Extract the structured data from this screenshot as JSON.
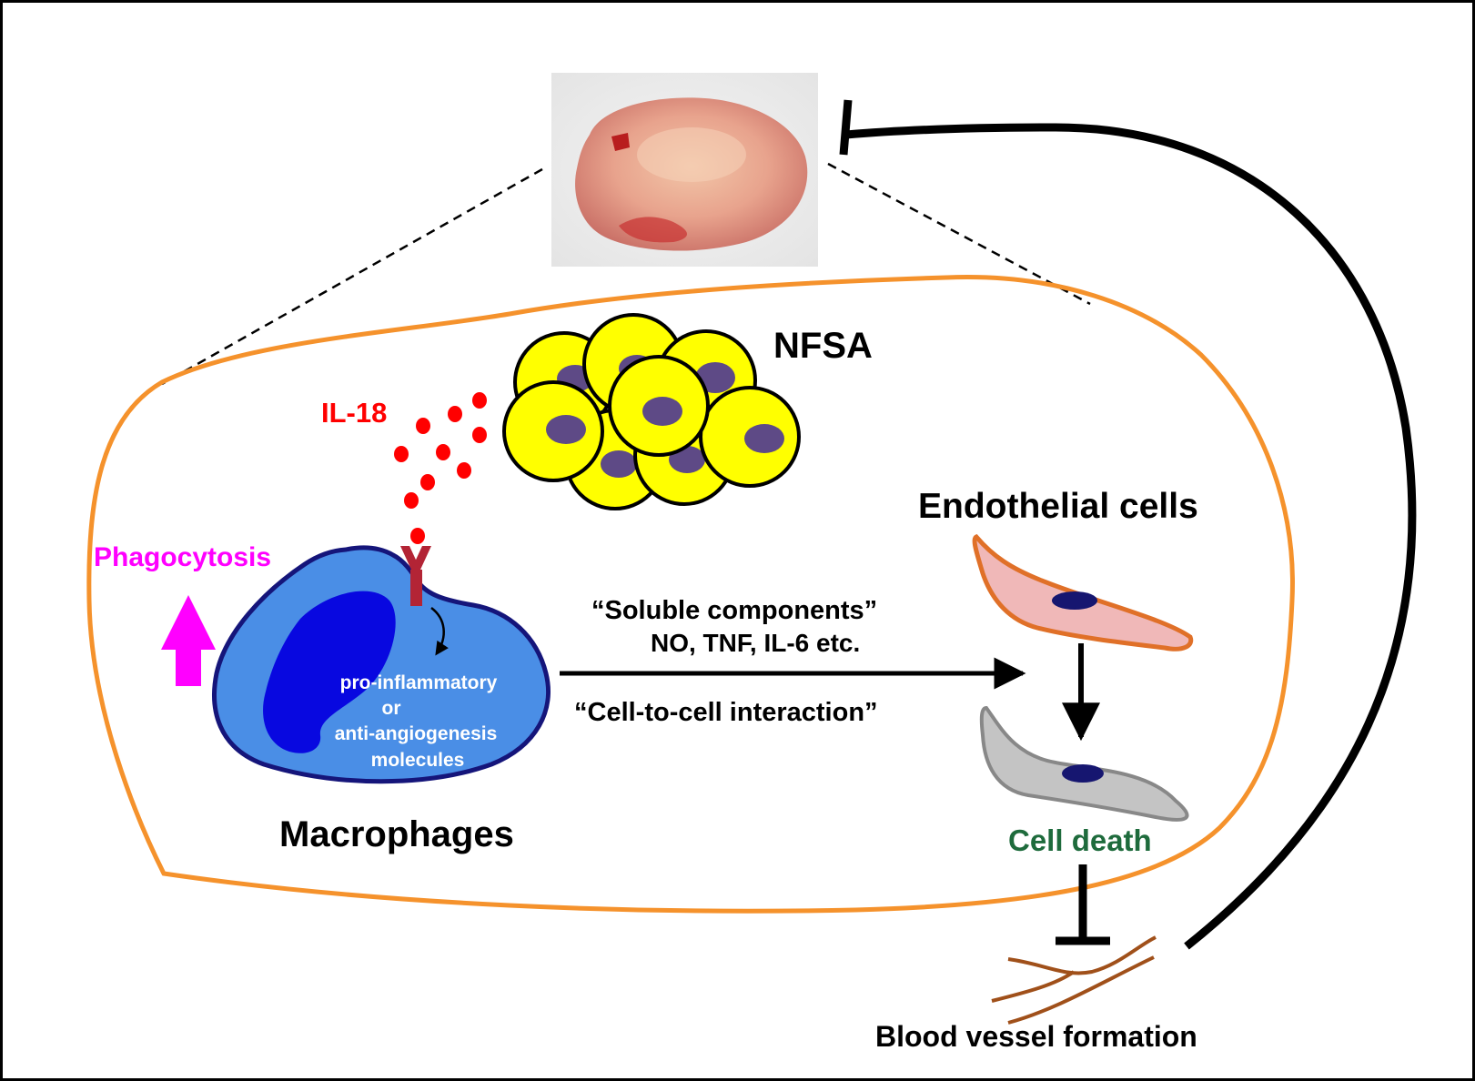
{
  "labels": {
    "tumor_cells": "NFSA",
    "cytokine": "IL-18",
    "phagocytosis": "Phagocytosis",
    "macrophage_inner_1": "pro-inflammatory",
    "macrophage_inner_2": "or",
    "macrophage_inner_3": "anti-angiogenesis",
    "macrophage_inner_4": "molecules",
    "macrophages": "Macrophages",
    "soluble": "“Soluble components”",
    "soluble_examples": "NO, TNF, IL-6 etc.",
    "interaction": "“Cell-to-cell interaction”",
    "endothelial": "Endothelial cells",
    "cell_death": "Cell death",
    "blood_vessel": "Blood vessel formation"
  },
  "colors": {
    "tumor_outline": "#f5922c",
    "nfsa_cell": "#ffff00",
    "nfsa_nucleus": "#5e4a86",
    "il18": "#ff0000",
    "receptor": "#b32435",
    "macrophage_body": "#4a8ee6",
    "macrophage_border": "#15157a",
    "macrophage_nucleus": "#0808e0",
    "phagocytosis": "#ff00ff",
    "endothelial_fill": "#f0b8b8",
    "endothelial_border": "#e07028",
    "dead_cell_fill": "#c4c4c4",
    "dead_cell_border": "#888888",
    "cell_nucleus": "#161670",
    "cell_death_text": "#1e6b3c",
    "vessel": "#a0501a"
  }
}
